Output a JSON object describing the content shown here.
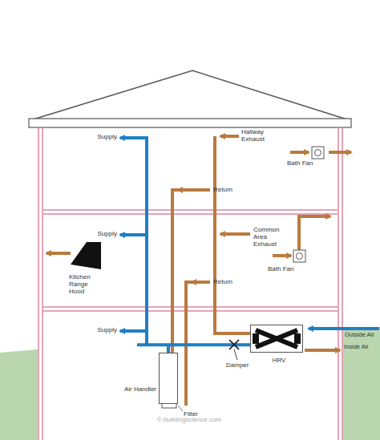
{
  "diagram": {
    "nodes": [
      {
        "text": [
          "HRV"
        ]
      },
      {
        "text": [
          "Air Handler"
        ]
      }
    ],
    "edges": [
      {
        "from": 0,
        "to": 1,
        "arrow": "none"
      }
    ],
    "labels": [
      "Supply",
      "Hallway Exhaust",
      "Bath Fan",
      "Supply",
      "Return",
      "Common Area Exhaust",
      "Bath Fan",
      "Kitchen Range Hood",
      "Return",
      "Supply",
      "Outside Air",
      "Inside Air",
      "Damper",
      "Filter",
      "© buildingscience.com"
    ]
  }
}
